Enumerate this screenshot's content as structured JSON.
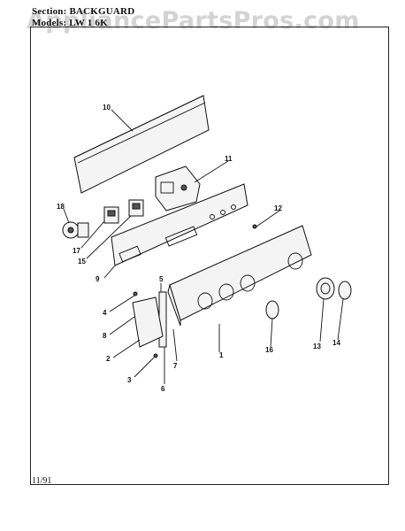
{
  "header": {
    "section_label": "Section:",
    "section_value": "BACKGUARD",
    "model_label": "Models:",
    "model_value": "LW 1 6K"
  },
  "watermark": "AppliancePartsPros.com",
  "footer": {
    "date_code": "11/91"
  },
  "callouts": [
    "1",
    "2",
    "3",
    "4",
    "5",
    "6",
    "7",
    "8",
    "9",
    "10",
    "11",
    "12",
    "13",
    "14",
    "15",
    "16",
    "17",
    "18"
  ]
}
